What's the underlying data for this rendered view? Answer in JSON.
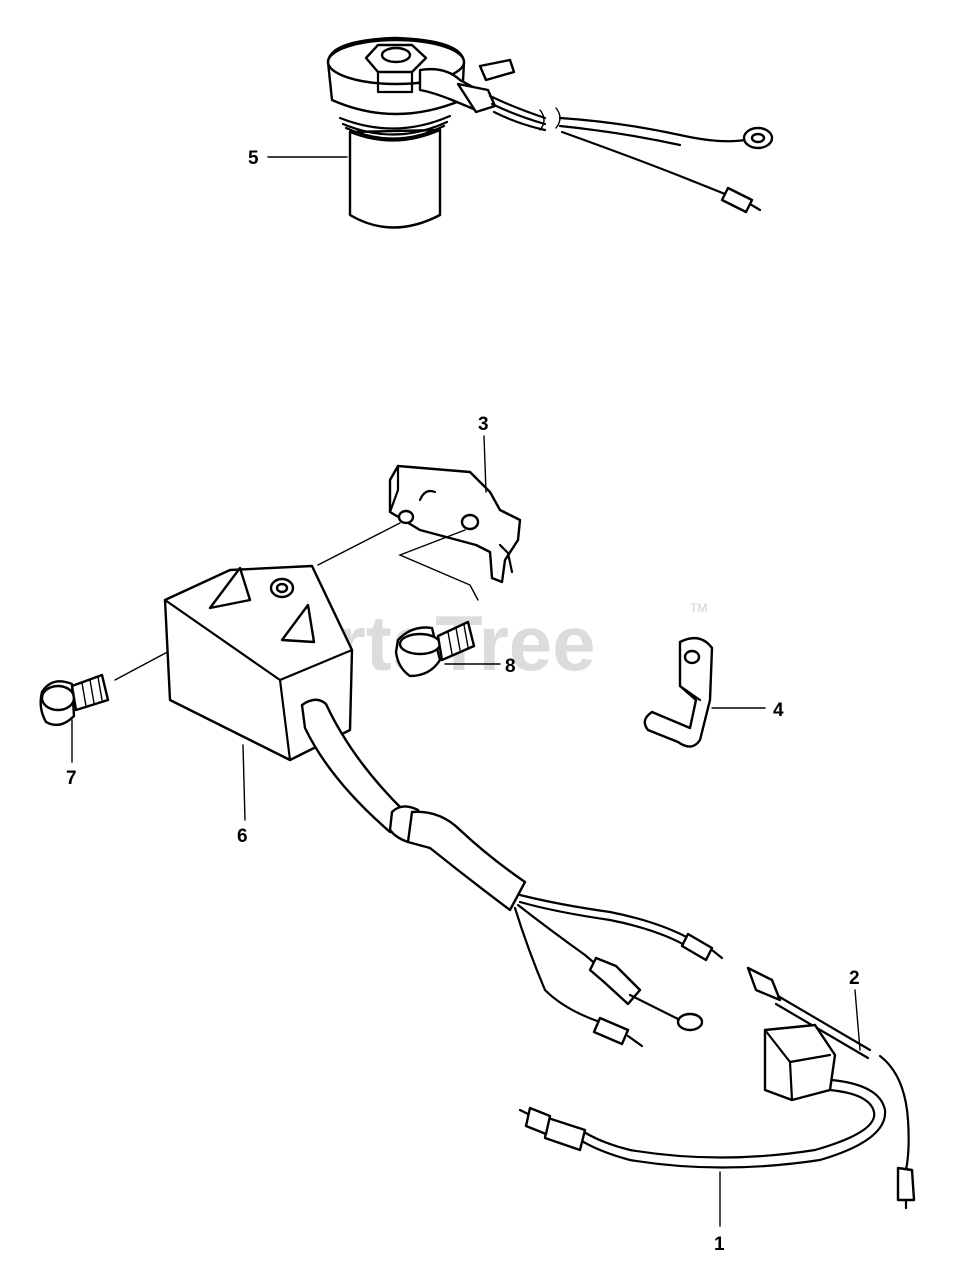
{
  "watermark": {
    "text": "PartsTree",
    "trademark": "TM"
  },
  "callouts": {
    "c1": "1",
    "c2": "2",
    "c3": "3",
    "c4": "4",
    "c5": "5",
    "c6": "6",
    "c7": "7",
    "c8": "8"
  }
}
